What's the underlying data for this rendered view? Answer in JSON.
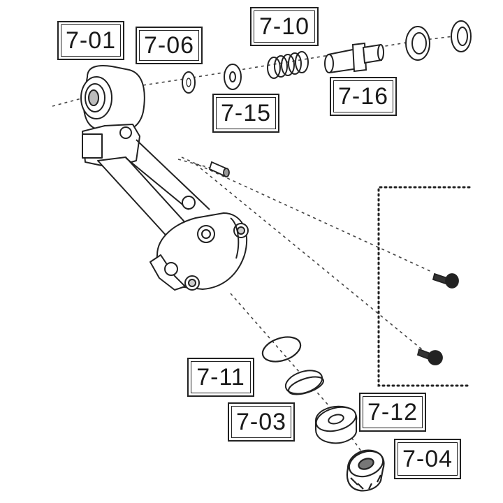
{
  "callouts": {
    "c0701": "7-01",
    "c0706": "7-06",
    "c0710": "7-10",
    "c0715": "7-15",
    "c0716": "7-16",
    "c0711": "7-11",
    "c0703": "7-03",
    "c0712": "7-12",
    "c0704": "7-04"
  },
  "colors": {
    "line": "#222222",
    "fill": "#ffffff",
    "shade": "#d0d0d0"
  }
}
